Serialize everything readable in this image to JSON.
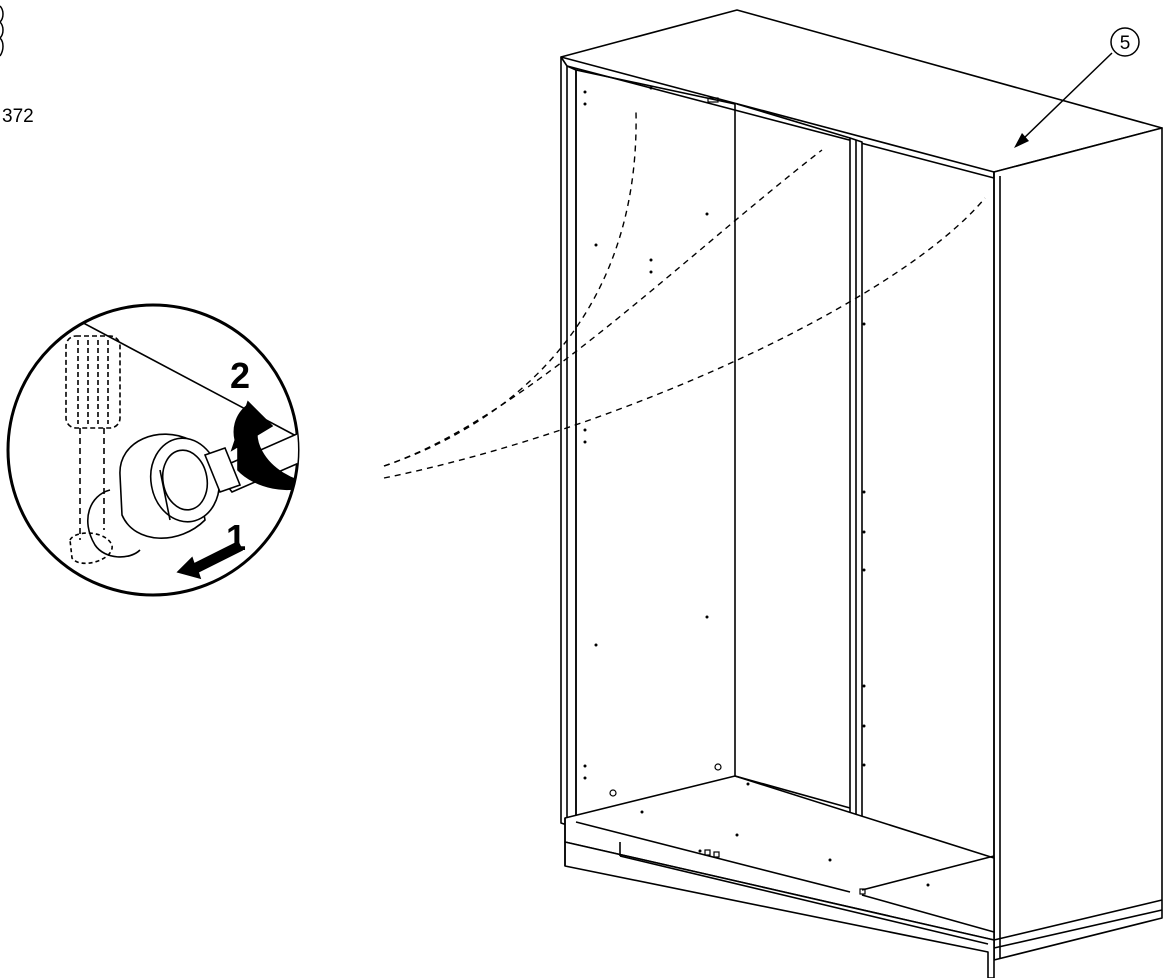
{
  "part_code": "372",
  "callouts": {
    "part_number": "5",
    "step_one": "1",
    "step_two": "2"
  },
  "colors": {
    "line": "#000000",
    "background": "#ffffff"
  },
  "icons": [
    "screwdriver-icon",
    "cam-lock-icon",
    "rotate-arrow-icon",
    "push-arrow-icon"
  ]
}
